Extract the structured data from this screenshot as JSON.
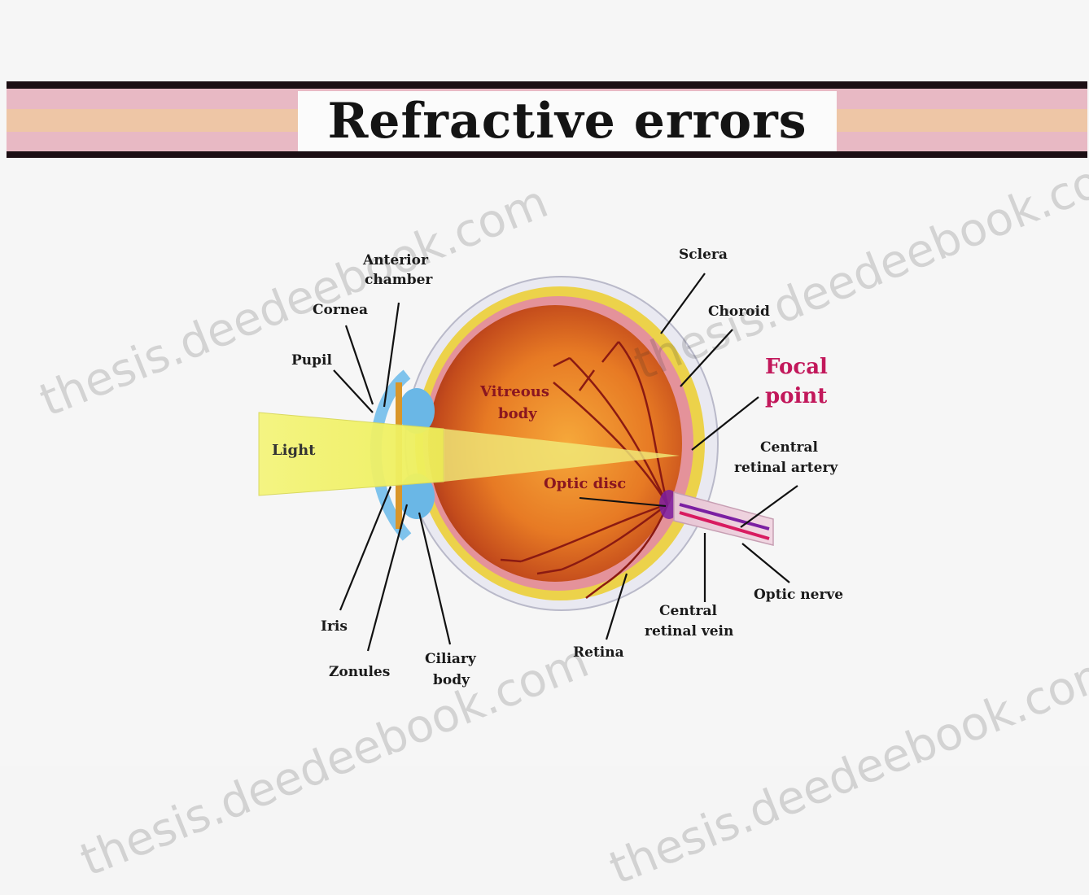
{
  "title": "Refractive errors",
  "labels": {
    "anterior_chamber_1": "Anterior",
    "anterior_chamber_2": "chamber",
    "cornea": "Cornea",
    "pupil": "Pupil",
    "light": "Light",
    "vitreous_1": "Vitreous",
    "vitreous_2": "body",
    "optic_disc": "Optic disc",
    "sclera": "Sclera",
    "choroid": "Choroid",
    "focal_1": "Focal",
    "focal_2": "point",
    "central_artery_1": "Central",
    "central_artery_2": "retinal artery",
    "optic_nerve": "Optic nerve",
    "central_vein_1": "Central",
    "central_vein_2": "retinal vein",
    "retina": "Retina",
    "iris": "Iris",
    "zonules": "Zonules",
    "ciliary_1": "Ciliary",
    "ciliary_2": "body"
  },
  "watermark": "thesis.deedeebook.com",
  "colors": {
    "banner_dark": "#1c0f14",
    "banner_pink": "#e8b9c4",
    "banner_tan": "#eec6a6",
    "focal_point": "#c2185b",
    "light_beam": "#f2f26a"
  }
}
